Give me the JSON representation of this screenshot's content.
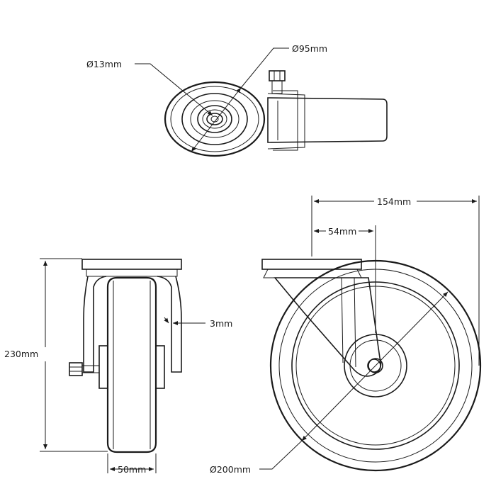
{
  "dimensions": {
    "axle_diameter": "Ø13mm",
    "hub_diameter": "Ø95mm",
    "overall_length": "154mm",
    "offset": "54mm",
    "gap": "3mm",
    "height": "230mm",
    "wheel_width": "50mm",
    "wheel_diameter": "Ø200mm"
  },
  "colors": {
    "line": "#1a1a1a",
    "background": "#ffffff"
  }
}
